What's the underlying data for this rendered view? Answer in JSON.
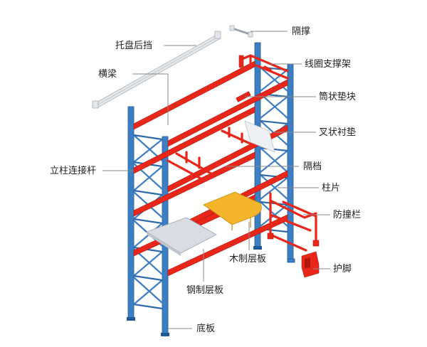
{
  "labels": {
    "spacer_bar": "隔撑",
    "pallet_stop": "托盘后挡",
    "wire_support": "线圈支撑架",
    "beam": "横梁",
    "tube_pad": "筒状垫块",
    "fork_pad": "叉状衬垫",
    "post_connector": "立柱连接杆",
    "divider": "隔档",
    "upright_frame": "柱片",
    "guard_rail": "防撞栏",
    "wood_shelf": "木制层板",
    "foot_guard": "护脚",
    "steel_shelf": "钢制层板",
    "base_plate": "底板"
  },
  "colors": {
    "upright": "#3d7fc2",
    "beam": "#e8261a",
    "wood": "#f3b52b",
    "steel": "#d9dde3"
  }
}
